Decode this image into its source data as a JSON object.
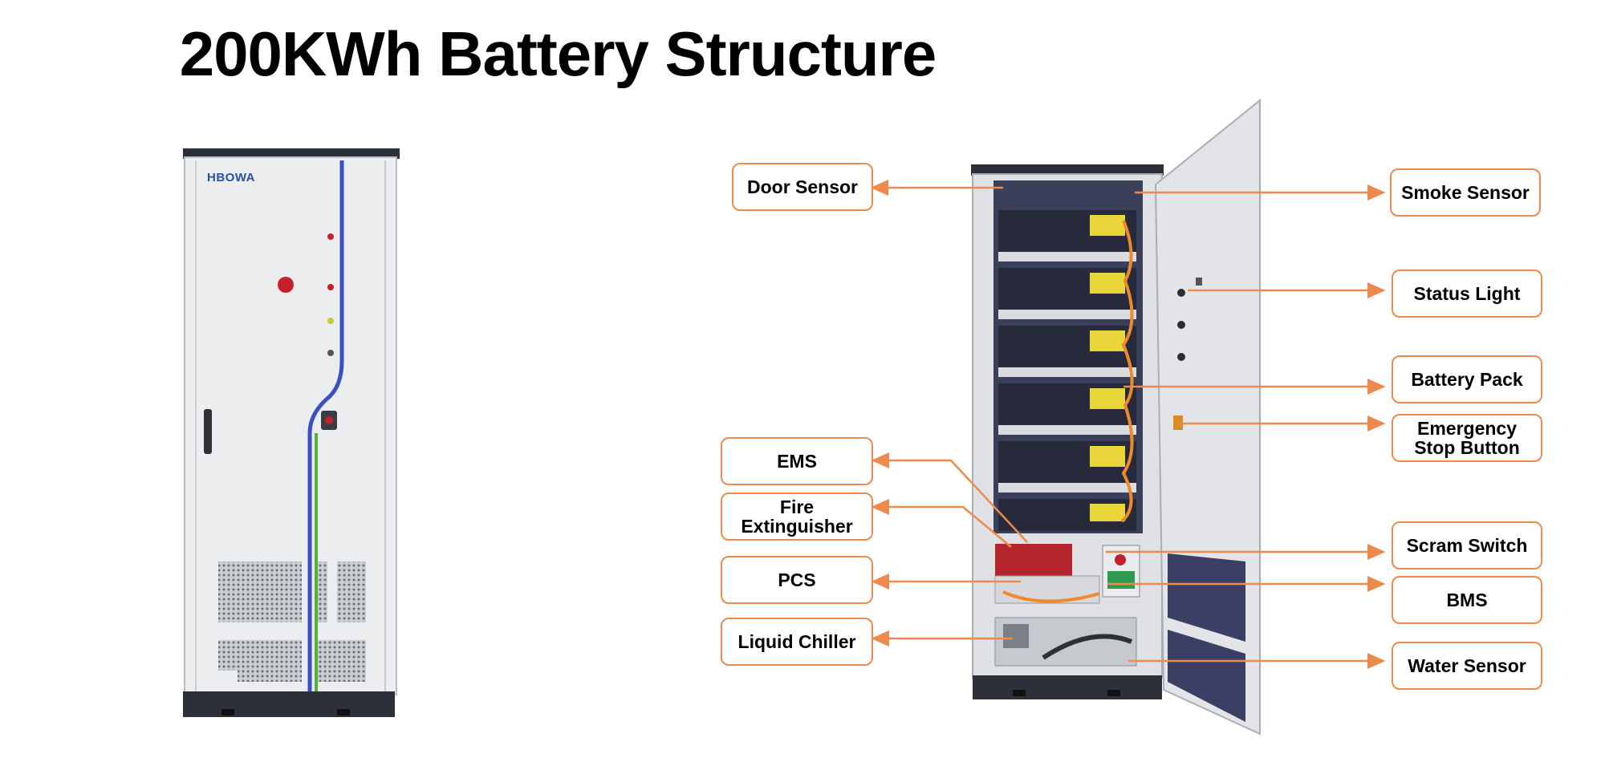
{
  "title": "200KWh Battery Structure",
  "brand_logo": "HBOWA",
  "accent_color": "#ef8a4e",
  "labels": {
    "door_sensor": "Door Sensor",
    "smoke_sensor": "Smoke Sensor",
    "status_light": "Status Light",
    "battery_pack": "Battery Pack",
    "emergency_stop": "Emergency\nStop Button",
    "ems": "EMS",
    "fire_extinguisher": "Fire\nExtinguisher",
    "pcs": "PCS",
    "liquid_chiller": "Liquid Chiller",
    "scram_switch": "Scram Switch",
    "bms": "BMS",
    "water_sensor": "Water Sensor"
  }
}
